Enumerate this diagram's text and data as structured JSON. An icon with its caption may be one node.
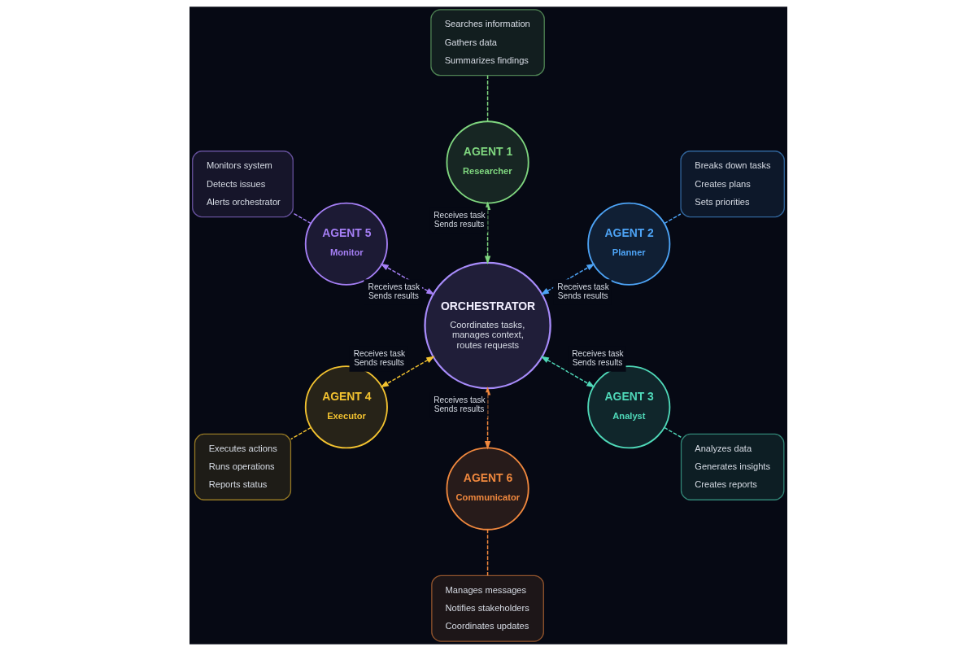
{
  "diagram": {
    "nodes": [
      {
        "text": [
          "AGENT 1",
          "Researcher"
        ]
      },
      {
        "text": [
          "Searches information",
          "Gathers data",
          "Summarizes findings"
        ]
      },
      {
        "text": [
          "Monitors system",
          "Detects issues",
          "Alerts orchestrator"
        ]
      },
      {
        "text": [
          "AGENT 5",
          "Monitor"
        ]
      },
      {
        "text": [
          "AGENT 2",
          "Planner"
        ]
      },
      {
        "text": [
          "Breaks down tasks",
          "Creates plans",
          "Sets priorities"
        ]
      },
      {
        "text": [
          "ORCHESTRATOR",
          "Coordinates tasks, manages context, routes requests"
        ]
      },
      {
        "text": [
          "Executes actions",
          "Runs operations",
          "Reports status"
        ]
      },
      {
        "text": [
          "AGENT 4",
          "Executor"
        ]
      },
      {
        "text": [
          "AGENT 3",
          "Analyst"
        ]
      },
      {
        "text": [
          "Analyzes data",
          "Generates insights",
          "Creates reports"
        ]
      },
      {
        "text": [
          "AGENT 6",
          "Communicator"
        ]
      },
      {
        "text": [
          "Manages messages",
          "Notifies stakeholders",
          "Coordinates updates"
        ]
      }
    ],
    "edges": [
      {
        "from": 6,
        "to": 0,
        "arrow": "both",
        "label": "Receives task Sends results",
        "style": "dashed",
        "color": "#7fd67f"
      },
      {
        "from": 6,
        "to": 4,
        "arrow": "both",
        "label": "Receives task Sends results",
        "style": "dashed",
        "color": "#4da3f5"
      },
      {
        "from": 6,
        "to": 9,
        "arrow": "both",
        "label": "Receives task Sends results",
        "style": "dashed",
        "color": "#4fd8b8"
      },
      {
        "from": 6,
        "to": 11,
        "arrow": "both",
        "label": "Receives task Sends results",
        "style": "dashed",
        "color": "#f0883e"
      },
      {
        "from": 6,
        "to": 8,
        "arrow": "both",
        "label": "Receives task Sends results",
        "style": "dashed",
        "color": "#f2c230"
      },
      {
        "from": 6,
        "to": 3,
        "arrow": "both",
        "label": "Receives task Sends results",
        "style": "dashed",
        "color": "#a57ff5"
      },
      {
        "from": 0,
        "to": 1,
        "arrow": "none",
        "style": "dashed",
        "color": "#7fd67f"
      },
      {
        "from": 3,
        "to": 2,
        "arrow": "none",
        "style": "dashed",
        "color": "#a57ff5"
      },
      {
        "from": 4,
        "to": 5,
        "arrow": "none",
        "style": "dashed",
        "color": "#4da3f5"
      },
      {
        "from": 9,
        "to": 10,
        "arrow": "none",
        "style": "dashed",
        "color": "#4fd8b8"
      },
      {
        "from": 8,
        "to": 7,
        "arrow": "none",
        "style": "dashed",
        "color": "#f2c230"
      },
      {
        "from": 11,
        "to": 12,
        "arrow": "none",
        "style": "dashed",
        "color": "#f0883e"
      }
    ]
  }
}
